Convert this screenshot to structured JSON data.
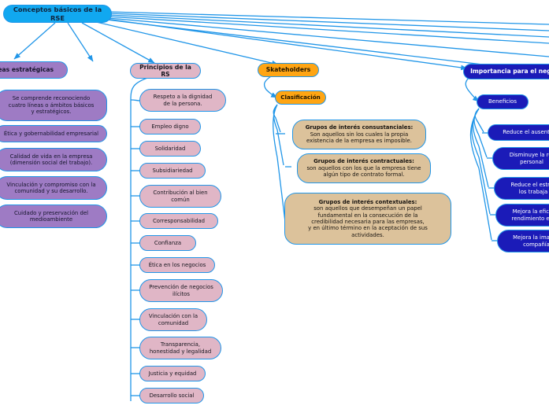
{
  "diagram": {
    "type": "mind-map",
    "title": "Conceptos básicos de la RSE",
    "background": "#ffffff",
    "edge_color": "#2196e8"
  },
  "root": {
    "label": "Conceptos básicos de la RSE",
    "color": "#11A8F0"
  },
  "branches": [
    {
      "id": "lineas",
      "label": "Líneas estratégicas",
      "label_visible": "neas estratégicas",
      "color": "#9E7BC4",
      "children": [
        {
          "label": "Se comprende reconociendo\ncuatro líneas o ámbitos básicos\ny estratégicos."
        },
        {
          "label": "Ética y gobernabilidad empresarial"
        },
        {
          "label": "Calidad de vida en la empresa\n(dimensión social del trabajo)."
        },
        {
          "label": "Vinculación y compromiso con la\ncomunidad y su desarrollo."
        },
        {
          "label": "Cuidado y preservación del\nmedioambiente"
        }
      ]
    },
    {
      "id": "principios",
      "label": "Principios de la RS",
      "color": "#E0B6C6",
      "children": [
        {
          "label": "Respeto a la dignidad\nde la persona."
        },
        {
          "label": "Empleo digno"
        },
        {
          "label": "Solidaridad"
        },
        {
          "label": "Subsidiariedad"
        },
        {
          "label": "Contribución al bien\ncomún"
        },
        {
          "label": "Corresponsabilidad"
        },
        {
          "label": "Confianza"
        },
        {
          "label": "Ética en los negocios"
        },
        {
          "label": "Prevención de negocios\nilícitos"
        },
        {
          "label": "Vinculación con la\ncomunidad"
        },
        {
          "label": "Transparencia,\nhonestidad y legalidad"
        },
        {
          "label": "Justicia y equidad"
        },
        {
          "label": "Desarrollo social"
        }
      ]
    },
    {
      "id": "stakeholders",
      "label": "Skateholders",
      "color": "#FFA513",
      "subnode": {
        "label": "Clasificación",
        "color": "#FFA513"
      },
      "children": [
        {
          "heading": "Grupos de interés consustanciales:",
          "body": "Son aquellos sin los cuales la propia\nexistencia de la empresa es imposible."
        },
        {
          "heading": "Grupos de interés contractuales:",
          "body": "son aquellos con los que la empresa tiene\nalgún tipo de contrato formal."
        },
        {
          "heading": "Grupos de interés contextuales:",
          "body": "son aquellos que desempeñan un papel\nfundamental en la consecución de la\ncredibilidad necesaria para las empresas,\ny en último término en la aceptación de sus\nactividades."
        }
      ]
    },
    {
      "id": "importancia",
      "label": "Importancia para el negocio",
      "label_visible": "Importancia para el nego",
      "color": "#1B1BB8",
      "subnode": {
        "label": "Beneficios",
        "color": "#1B1BB8"
      },
      "children": [
        {
          "label": "Reduce el ausentismo",
          "label_visible": "Reduce el ausenti"
        },
        {
          "label": "Disminuye la rotación del\npersonal",
          "label_visible": "Disminuye la rot\npersonal"
        },
        {
          "label": "Reduce el estrés de\nlos trabajadores",
          "label_visible": "Reduce el estrés\nlos trabaja"
        },
        {
          "label": "Mejora la eficiencia y el\nrendimiento en el trabajo",
          "label_visible": "Mejora la eficien\nrendimiento en e"
        },
        {
          "label": "Mejora la imagen de la\ncompañía",
          "label_visible": "Mejora la imagen\ncompañía"
        }
      ]
    }
  ]
}
